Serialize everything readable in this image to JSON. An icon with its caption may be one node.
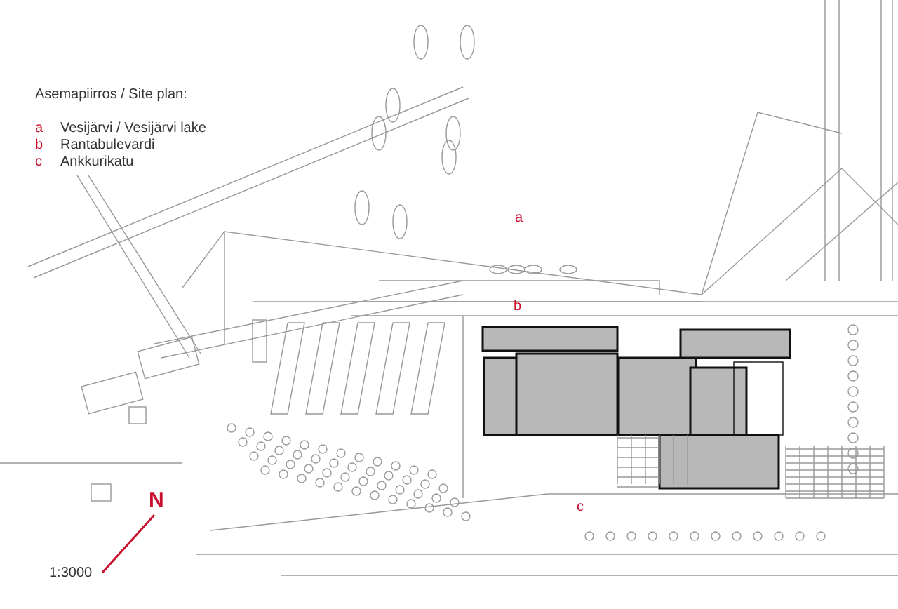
{
  "diagram": {
    "title": "Asemapiirros / Site plan:",
    "labels": [
      "a",
      "Vesijärvi / Vesijärvi lake",
      "b",
      "Rantabulevardi",
      "c",
      "Ankkurikatu",
      "a",
      "b",
      "c",
      "N",
      "1:3000"
    ]
  }
}
